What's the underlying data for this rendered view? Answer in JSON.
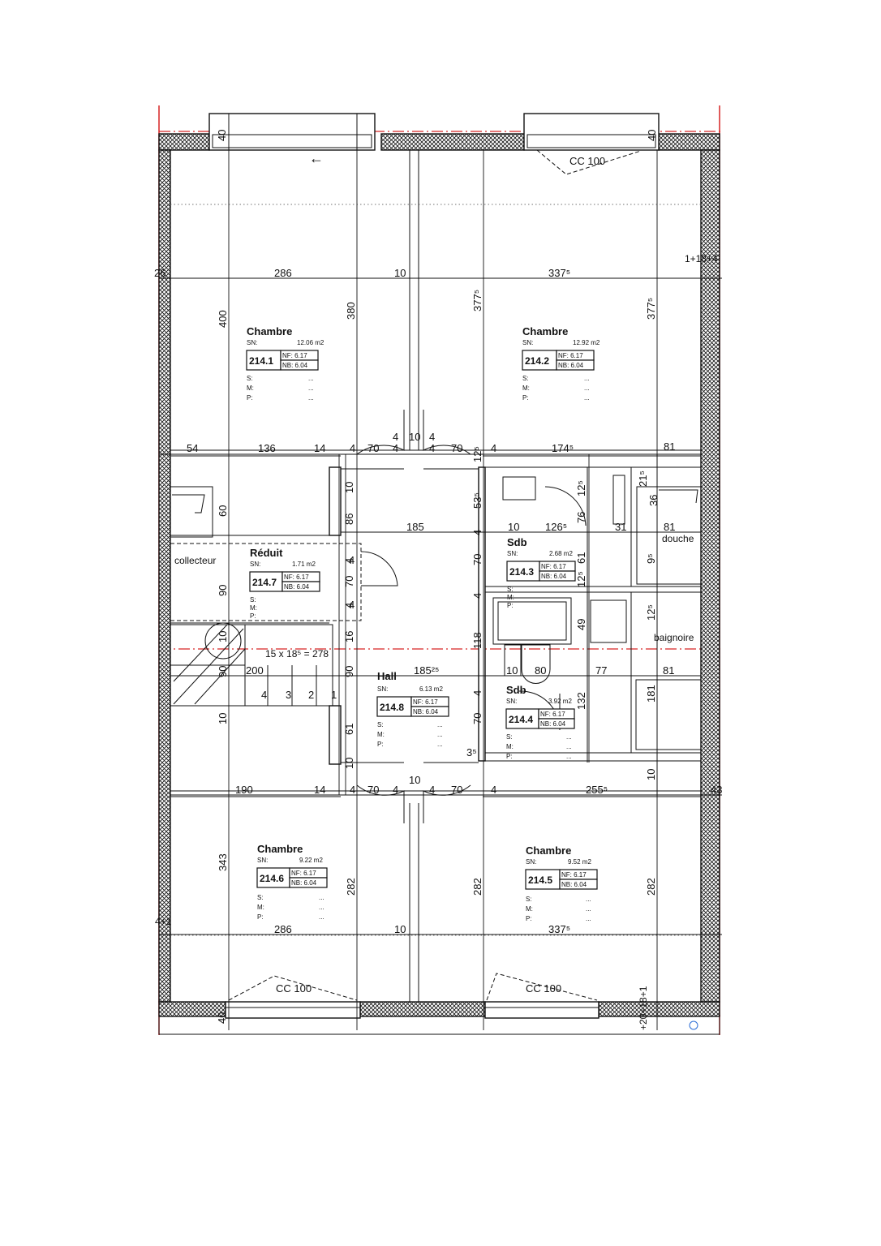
{
  "rooms": [
    {
      "name": "Chambre",
      "sn_label": "SN:",
      "area": "12.06 m2",
      "number": "214.1",
      "nf": "NF: 6.17",
      "nb": "NB: 6.04",
      "s": "S:",
      "m": "M:",
      "p": "P:",
      "dots": "..."
    },
    {
      "name": "Chambre",
      "sn_label": "SN:",
      "area": "12.92 m2",
      "number": "214.2",
      "nf": "NF: 6.17",
      "nb": "NB: 6.04",
      "s": "S:",
      "m": "M:",
      "p": "P:",
      "dots": "..."
    },
    {
      "name": "Sdb",
      "sn_label": "SN:",
      "area": "2.68 m2",
      "number": "214.3",
      "nf": "NF: 6.17",
      "nb": "NB: 6.04",
      "s": "S:",
      "m": "M:",
      "p": "P:",
      "dots": "..."
    },
    {
      "name": "Sdb",
      "sn_label": "SN:",
      "area": "3.92 m2",
      "number": "214.4",
      "nf": "NF: 6.17",
      "nb": "NB: 6.04",
      "s": "S:",
      "m": "M:",
      "p": "P:",
      "dots": "..."
    },
    {
      "name": "Chambre",
      "sn_label": "SN:",
      "area": "9.52 m2",
      "number": "214.5",
      "nf": "NF: 6.17",
      "nb": "NB: 6.04",
      "s": "S:",
      "m": "M:",
      "p": "P:",
      "dots": "..."
    },
    {
      "name": "Chambre",
      "sn_label": "SN:",
      "area": "9.22 m2",
      "number": "214.6",
      "nf": "NF: 6.17",
      "nb": "NB: 6.04",
      "s": "S:",
      "m": "M:",
      "p": "P:",
      "dots": "..."
    },
    {
      "name": "Réduit",
      "sn_label": "SN:",
      "area": "1.71 m2",
      "number": "214.7",
      "nf": "NF: 6.17",
      "nb": "NB: 6.04",
      "s": "S:",
      "m": "M:",
      "p": "P:",
      "dots": "..."
    },
    {
      "name": "Hall",
      "sn_label": "SN:",
      "area": "6.13 m2",
      "number": "214.8",
      "nf": "NF: 6.17",
      "nb": "NB: 6.04",
      "s": "S:",
      "m": "M:",
      "p": "P:",
      "dots": "..."
    }
  ],
  "labels": {
    "collecteur": "collecteur",
    "douche": "douche",
    "baignoire": "baignoire",
    "stairs": "15 x 18⁵ = 278",
    "cc_top": "CC 100",
    "cc_bottom_left": "CC 100",
    "cc_bottom_right": "CC 100",
    "level_top_right": "1+18+4",
    "level_bottom_right": "+20+18+1",
    "level_left": "4+1",
    "arrow": "←",
    "step4": "4",
    "step3": "3",
    "step2": "2",
    "step1": "1"
  },
  "dims": {
    "d286a": "286",
    "d10a": "10",
    "d3375a": "337⁵",
    "d26": "26",
    "d400": "400",
    "d380": "380",
    "d3775a": "377⁵",
    "d3775b": "377⁵",
    "d54": "54",
    "d136": "136",
    "d14a": "14",
    "d4a": "4",
    "d70a": "70",
    "d4b": "4",
    "d10b": "10",
    "d4c": "4",
    "d70b": "70",
    "d4d": "4",
    "d1745": "174⁵",
    "d81a": "81",
    "d4e": "4",
    "d4f": "4",
    "d125a": "12⁵",
    "d215": "21⁵",
    "d535": "53⁵",
    "d125b": "12⁵",
    "d76": "76",
    "d36": "36",
    "d10c": "10",
    "d60": "60",
    "d86": "86",
    "d185": "185",
    "d4g": "4",
    "d10d": "10",
    "d1265": "126⁵",
    "d31": "31",
    "d81b": "81",
    "d4h": "4",
    "d70c": "70",
    "d4i": "4",
    "d70d": "70",
    "d61a": "61",
    "d95": "9⁵",
    "d125c": "12⁵",
    "d90a": "90",
    "d4j": "4",
    "d4k": "4",
    "d4l": "4",
    "d125d": "12⁵",
    "d10e": "10",
    "d16": "16",
    "d49": "49",
    "d118": "118",
    "d90b": "90",
    "d200": "200",
    "d90c": "90",
    "d18525": "185²⁵",
    "d10f": "10",
    "d80": "80",
    "d77": "77",
    "d81c": "81",
    "d181": "181",
    "d4m": "4",
    "d132": "132",
    "d70e": "70",
    "d61b": "61",
    "d10g": "10",
    "d35": "3⁵",
    "d10h": "10",
    "d10i": "10",
    "d190": "190",
    "d14b": "14",
    "d4n": "4",
    "d70f": "70",
    "d4o": "4",
    "d10j": "10",
    "d4p": "4",
    "d70g": "70",
    "d4q": "4",
    "d2555": "255⁵",
    "d43": "43",
    "d343": "343",
    "d282a": "282",
    "d282b": "282",
    "d282c": "282",
    "d286b": "286",
    "d10k": "10",
    "d3375b": "337⁵",
    "d40a": "40",
    "d40b": "40",
    "d40c": "40"
  }
}
